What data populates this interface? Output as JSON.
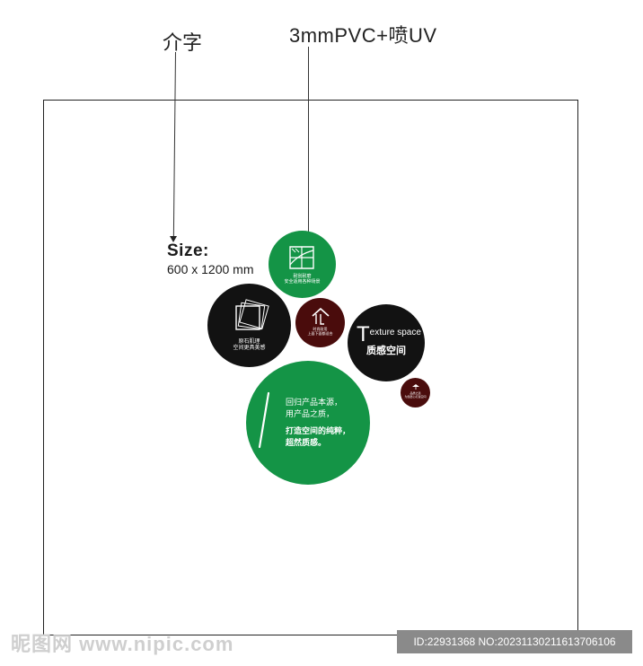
{
  "annotations": {
    "left_label": "介字",
    "right_label": "3mmPVC+喷UV"
  },
  "size": {
    "title": "Size:",
    "value": "600 x 1200 mm"
  },
  "circles": {
    "green_small": {
      "line1": "耐刮耐磨",
      "line2": "安全适用各种场景"
    },
    "black_left": {
      "line1": "原石肌理",
      "line2": "空间更具美感"
    },
    "maroon_mid": {
      "line1": "时尚耐用",
      "line2": "上面下面都适合"
    },
    "black_right": {
      "title_big": "T",
      "title_rest": "exture space",
      "subtitle": "质感空间"
    },
    "maroon_tiny": {
      "line1": "品质之选",
      "line2": "为您匠心打造空间"
    },
    "green_big": {
      "line1": "回归产品本源，",
      "line2": "用产品之质，",
      "line3": "打造空间的纯粹，",
      "line4": "超然质感。"
    }
  },
  "colors": {
    "green": "#149446",
    "black": "#121212",
    "maroon": "#4a0c0c"
  },
  "watermark": {
    "left": "昵图网 www.nipic.com",
    "right": "ID:22931368 NO:20231130211613706106"
  }
}
